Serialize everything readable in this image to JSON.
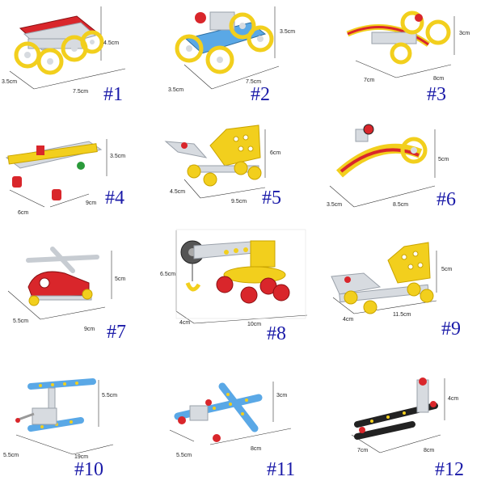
{
  "colors": {
    "yellow": "#f2cf1d",
    "yellow_dark": "#c9a400",
    "red": "#d9262b",
    "blue": "#5aa8e6",
    "black": "#222222",
    "silver": "#d7dbe0",
    "silver_dark": "#9aa1aa",
    "label_blue": "#1a1aa8"
  },
  "models": [
    {
      "number": "#1",
      "dims": [
        "3.5cm",
        "7.5cm",
        "4.5cm"
      ],
      "kind": "car",
      "accent": "red",
      "wheel": "yellow"
    },
    {
      "number": "#2",
      "dims": [
        "3.5cm",
        "7.5cm",
        "3.5cm"
      ],
      "kind": "buggy",
      "accent": "blue",
      "wheel": "yellow"
    },
    {
      "number": "#3",
      "dims": [
        "7cm",
        "8cm",
        "3cm"
      ],
      "kind": "roller",
      "accent": "red",
      "wheel": "yellow"
    },
    {
      "number": "#4",
      "dims": [
        "6cm",
        "9cm",
        "3.5cm"
      ],
      "kind": "plane",
      "accent": "yellow",
      "wheel": "red"
    },
    {
      "number": "#5",
      "dims": [
        "4.5cm",
        "9.5cm",
        "6cm"
      ],
      "kind": "excavator",
      "accent": "yellow",
      "wheel": "yellow"
    },
    {
      "number": "#6",
      "dims": [
        "3.5cm",
        "8.5cm",
        "5cm"
      ],
      "kind": "bike",
      "accent": "yellow",
      "wheel": "yellow"
    },
    {
      "number": "#7",
      "dims": [
        "5.5cm",
        "9cm",
        "5cm"
      ],
      "kind": "helicopter",
      "accent": "red",
      "wheel": "yellow"
    },
    {
      "number": "#8",
      "dims": [
        "4cm",
        "10cm",
        "6.5cm"
      ],
      "kind": "crane",
      "accent": "yellow",
      "wheel": "red"
    },
    {
      "number": "#9",
      "dims": [
        "4cm",
        "11.5cm",
        "5cm"
      ],
      "kind": "loader",
      "accent": "yellow",
      "wheel": "yellow"
    },
    {
      "number": "#10",
      "dims": [
        "5.5cm",
        "19cm",
        "5.5cm"
      ],
      "kind": "helicopter2",
      "accent": "blue",
      "wheel": "yellow"
    },
    {
      "number": "#11",
      "dims": [
        "5.5cm",
        "8cm",
        "3cm"
      ],
      "kind": "plane2",
      "accent": "blue",
      "wheel": "red"
    },
    {
      "number": "#12",
      "dims": [
        "7cm",
        "8cm",
        "4cm"
      ],
      "kind": "plane3",
      "accent": "black",
      "wheel": "red"
    }
  ]
}
